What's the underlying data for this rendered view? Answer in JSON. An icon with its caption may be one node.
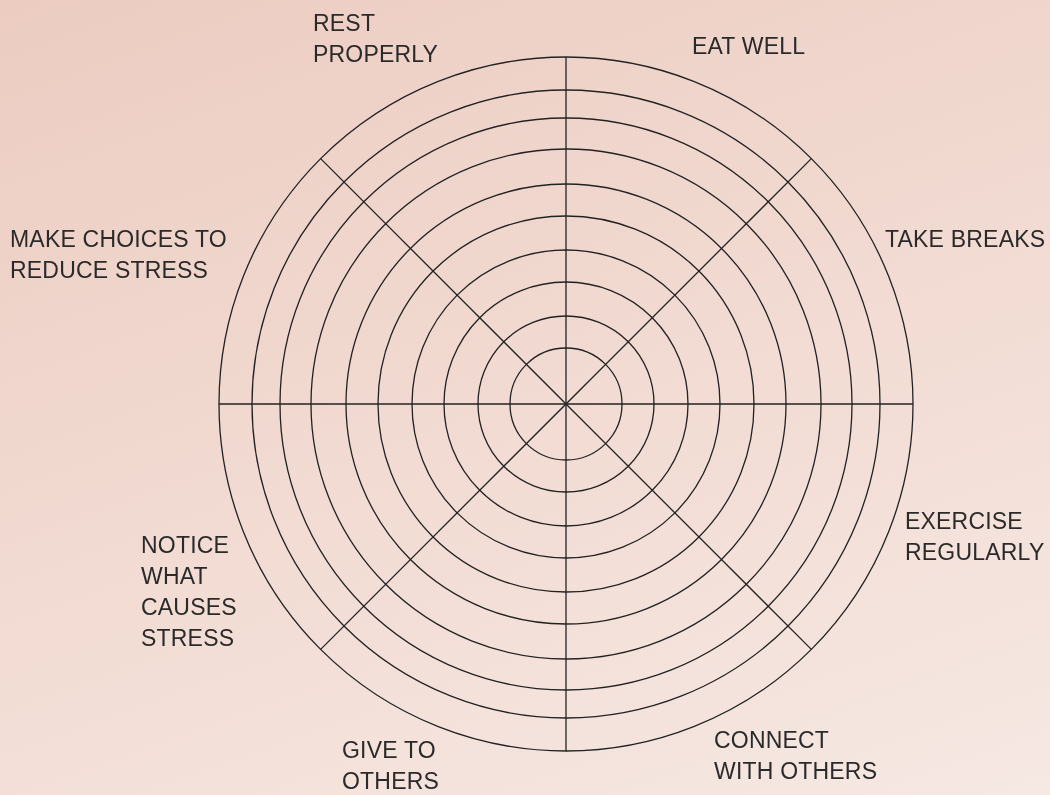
{
  "diagram": {
    "labels": [
      "REST PROPERLY",
      "EAT WELL",
      "MAKE CHOICES TO REDUCE STRESS",
      "TAKE BREAKS",
      "NOTICE WHAT CAUSES STRESS",
      "EXERCISE REGULARLY",
      "CONNECT WITH OTHERS",
      "GIVE TO OTHERS"
    ]
  }
}
